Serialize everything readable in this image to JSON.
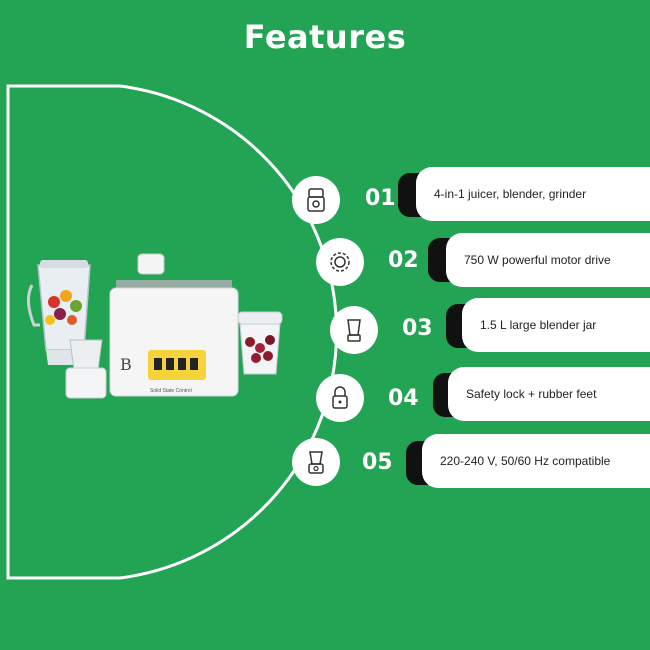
{
  "header": {
    "title": "Features"
  },
  "brand": {
    "logo_letter": "B",
    "panel_text": "Solid State Control"
  },
  "features": [
    {
      "number": "01",
      "text": "4-in-1 juicer, blender, grinder",
      "icon": "juicer-icon"
    },
    {
      "number": "02",
      "text": "750 W powerful motor drive",
      "icon": "gear-icon"
    },
    {
      "number": "03",
      "text": "1.5 L large blender jar",
      "icon": "blender-jar-icon"
    },
    {
      "number": "04",
      "text": "Safety lock + rubber feet",
      "icon": "lock-icon"
    },
    {
      "number": "05",
      "text": "220-240 V, 50/60 Hz compatible",
      "icon": "blender-icon"
    }
  ],
  "colors": {
    "background": "#22a454",
    "pill": "#ffffff",
    "accent": "#111111"
  }
}
